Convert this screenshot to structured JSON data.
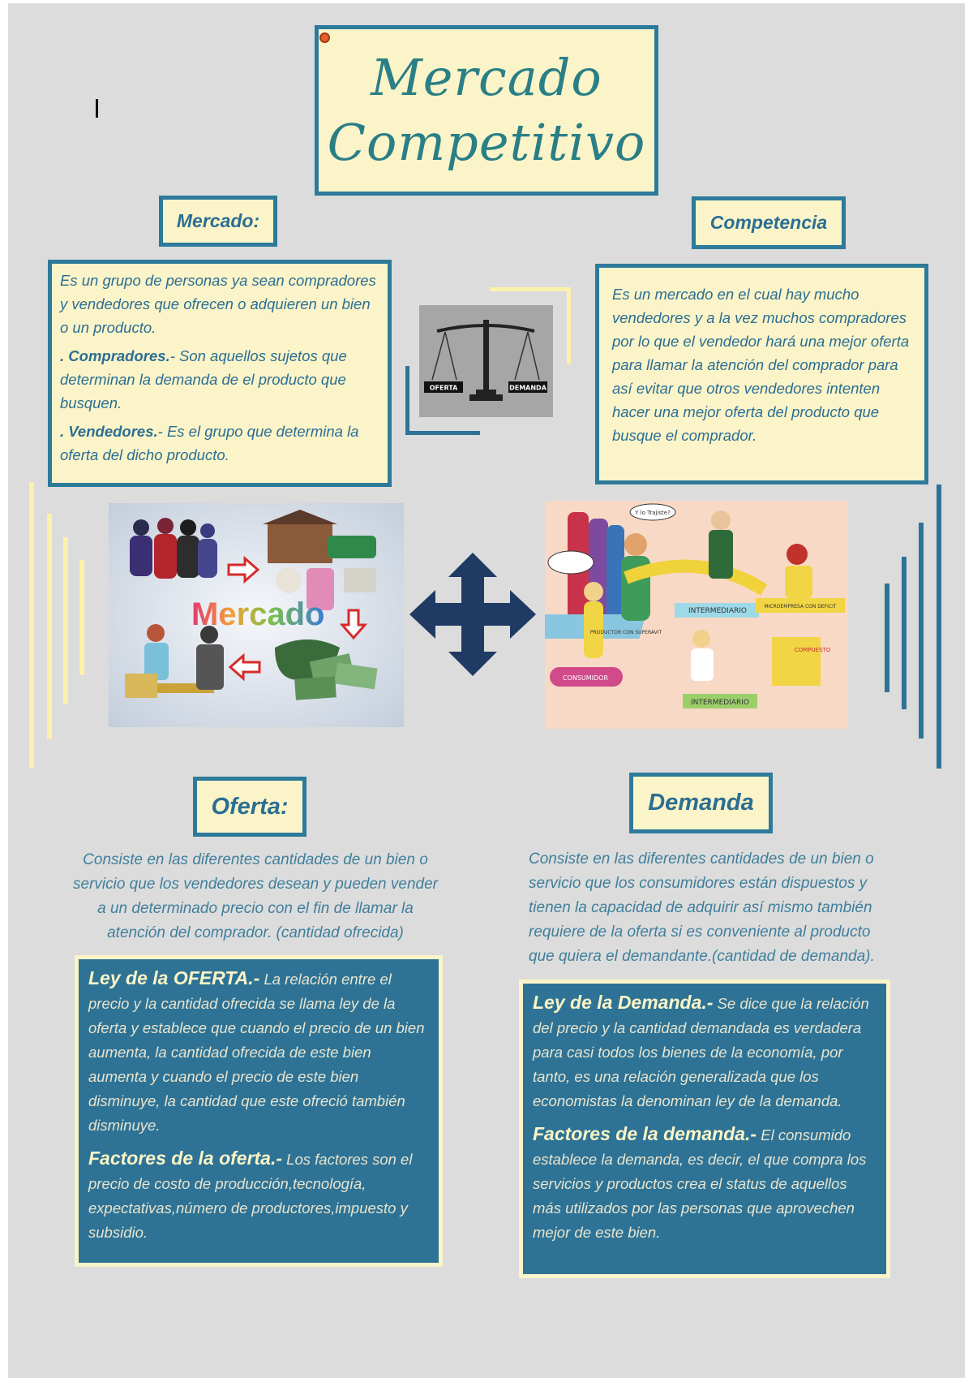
{
  "title": {
    "line1": "Mercado",
    "line2": "Competitivo"
  },
  "mercado": {
    "heading": "Mercado:",
    "p1": "Es un grupo de personas ya sean compradores y vendedores que ofrecen o adquieren un bien o un producto.",
    "p2_term": ". Compradores.",
    "p2_text": "- Son aquellos sujetos que determinan la demanda de el producto que busquen.",
    "p3_term": ". Vendedores.",
    "p3_text": "- Es el grupo que determina la oferta del dicho producto."
  },
  "competencia": {
    "heading": "Competencia",
    "text": "Es un mercado en el cual hay mucho vendedores y a la vez muchos compradores por lo que el vendedor hará una mejor oferta para llamar la atención del comprador para así evitar que otros vendedores intenten hacer una mejor oferta del producto que busque el comprador."
  },
  "scale": {
    "left": "OFERTA",
    "right": "DEMANDA"
  },
  "mercado_image": {
    "word": "Mercado"
  },
  "market_image": {
    "labels": [
      "INTERMEDIARIO",
      "CONSUMIDOR",
      "INTERMEDIARIO",
      "PRODUCTOR CON SUPERAVIT",
      "MICROEMPRESA CON DEFICIT",
      "Y lo Trajiste?",
      "COMPUESTO"
    ]
  },
  "oferta": {
    "heading": "Oferta:",
    "desc": "Consiste en las diferentes cantidades de un bien o servicio que los vendedores desean y pueden vender a un determinado precio con el fin de llamar la atención del comprador. (cantidad ofrecida)",
    "ley_title": "Ley de la OFERTA.-",
    "ley_text": " La relación entre el precio y la cantidad ofrecida se llama ley de la oferta y establece que cuando el precio de un bien aumenta, la cantidad ofrecida de este bien aumenta y cuando el precio de este bien disminuye, la cantidad que este ofreció también disminuye.",
    "factores_title": "Factores de la oferta.-",
    "factores_text": " Los factores son el precio de costo de producción,tecnología, expectativas,número de productores,impuesto y subsidio."
  },
  "demanda": {
    "heading": "Demanda",
    "desc": "Consiste en las diferentes cantidades de un bien o servicio que los consumidores están dispuestos y tienen la capacidad de adquirir así mismo también requiere de la oferta si es conveniente al producto que quiera el demandante.(cantidad de demanda).",
    "ley_title": "Ley de la Demanda.-",
    "ley_text": " Se dice que la relación del precio y la cantidad demandada es verdadera para casi todos los bienes de la economía, por tanto, es una relación generalizada que los economistas la denominan ley de la demanda.",
    "factores_title": "Factores de la demanda.-",
    "factores_text": " El consumido establece la demanda, es decir, el que compra los servicios y productos crea el status de aquellos más utilizados por las personas que aprovechen mejor de este bien."
  },
  "colors": {
    "teal_border": "#2d7a9b",
    "cream": "#fbf4c8",
    "blue_box": "#2e7395",
    "navy_arrow": "#1f3b63",
    "text_blue": "#2b6e94"
  }
}
